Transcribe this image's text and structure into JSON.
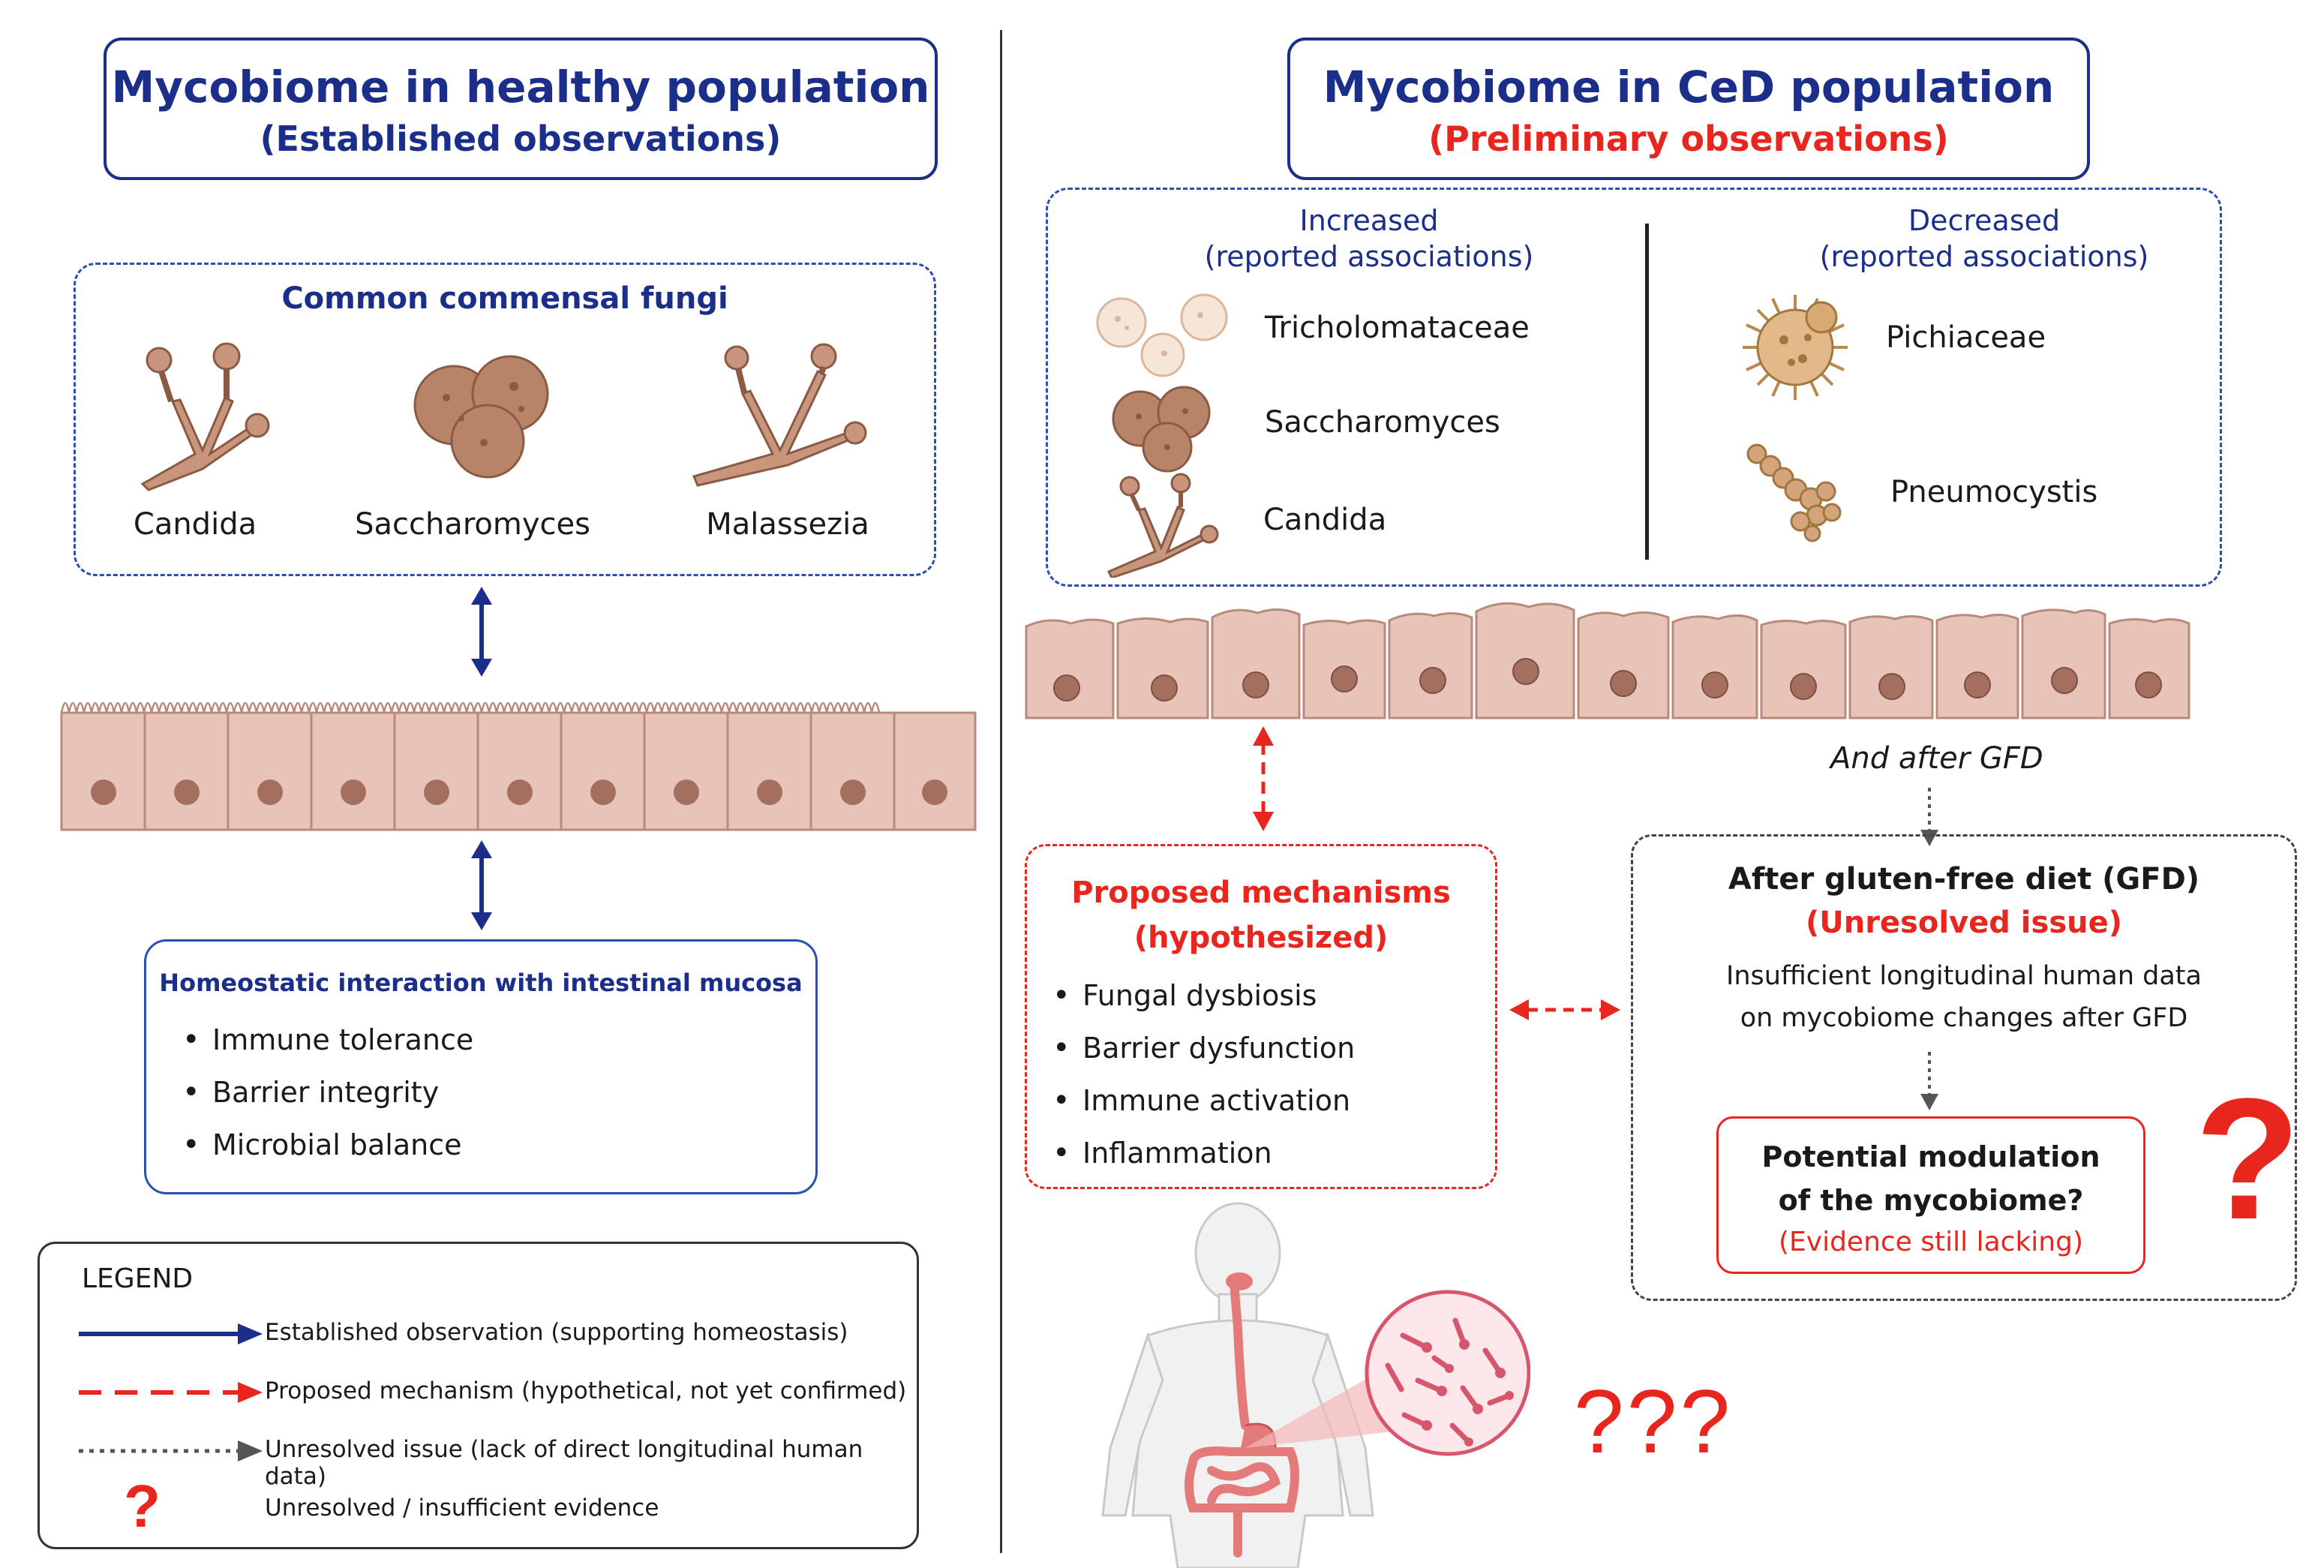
{
  "left": {
    "title": "Mycobiome in healthy population",
    "subtitle": "(Established observations)",
    "fungi_box": {
      "heading": "Common commensal fungi",
      "items": [
        "Candida",
        "Saccharomyces",
        "Malassezia"
      ]
    },
    "homeostasis_box": {
      "heading": "Homeostatic interaction with intestinal mucosa",
      "bullets": [
        "Immune tolerance",
        "Barrier integrity",
        "Microbial balance"
      ]
    },
    "legend": {
      "title": "LEGEND",
      "items": [
        "Established observation (supporting homeostasis)",
        "Proposed mechanism (hypothetical, not yet confirmed)",
        "Unresolved issue (lack of direct longitudinal human data)",
        "Unresolved / insufficient evidence"
      ],
      "question_symbol": "?"
    }
  },
  "right": {
    "title": "Mycobiome in CeD population",
    "subtitle": "(Preliminary observations)",
    "increased": {
      "heading_line1": "Increased",
      "heading_line2": "(reported associations)",
      "items": [
        "Tricholomataceae",
        "Saccharomyces",
        "Candida"
      ]
    },
    "decreased": {
      "heading_line1": "Decreased",
      "heading_line2": "(reported associations)",
      "items": [
        "Pichiaceae",
        "Pneumocystis"
      ]
    },
    "and_after": "And after GFD",
    "mechanisms": {
      "heading_line1": "Proposed mechanisms",
      "heading_line2": "(hypothesized)",
      "bullets": [
        "Fungal dysbiosis",
        "Barrier dysfunction",
        "Immune activation",
        "Inflammation"
      ]
    },
    "gfd_box": {
      "heading": "After gluten-free diet (GFD)",
      "status": "(Unresolved issue)",
      "text_line1": "Insufficient longitudinal human data",
      "text_line2": "on mycobiome changes after GFD",
      "inner_line1": "Potential modulation",
      "inner_line2": "of the mycobiome?",
      "inner_line3": "(Evidence still lacking)",
      "question_symbol": "?"
    },
    "question_marks": "???"
  },
  "colors": {
    "navy": "#1b2f8a",
    "red": "#e8261e",
    "cell_fill": "#e8c4b8",
    "nucleus": "#a46f5e",
    "gray": "#555555"
  }
}
